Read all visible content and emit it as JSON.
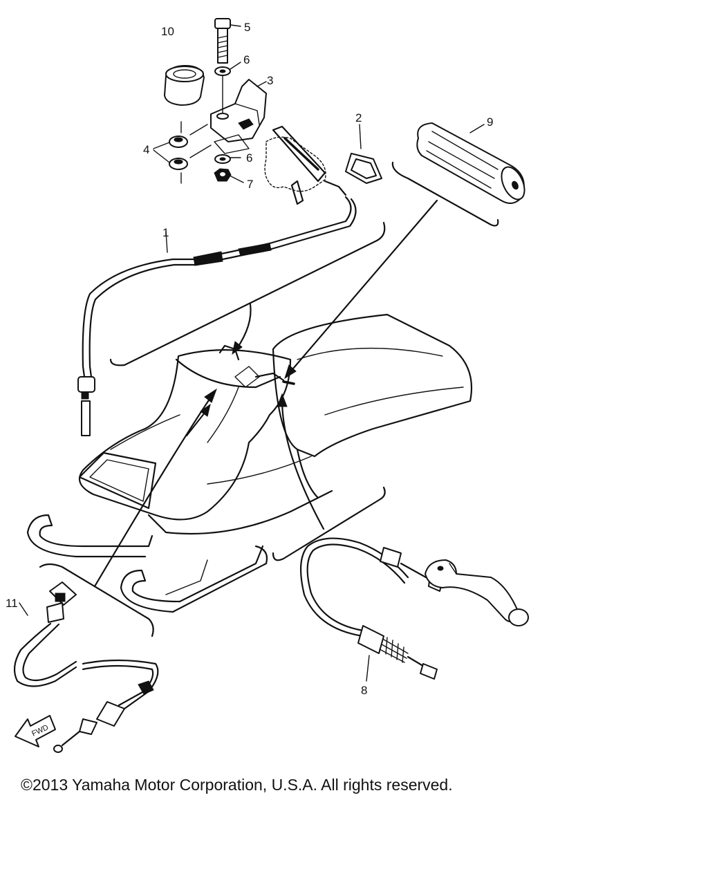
{
  "diagram": {
    "callouts": {
      "c1": "1",
      "c2": "2",
      "c3": "3",
      "c4": "4",
      "c5": "5",
      "c6a": "6",
      "c6b": "6",
      "c7": "7",
      "c8": "8",
      "c9": "9",
      "c10": "10",
      "c11": "11"
    },
    "fwd_label": "FWD"
  },
  "footer": {
    "copyright": "©2013 Yamaha Motor Corporation, U.S.A. All rights reserved."
  }
}
